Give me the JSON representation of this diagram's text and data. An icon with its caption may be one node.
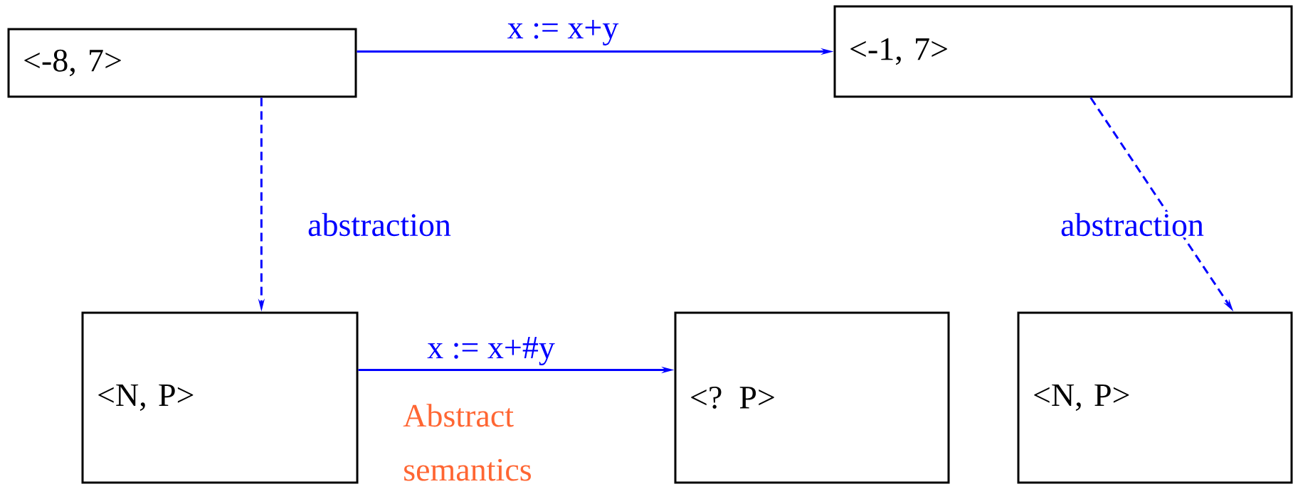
{
  "diagram": {
    "nodes": [
      {
        "text": [
          "<-8, 7>"
        ]
      },
      {
        "text": [
          "<-1, 7>"
        ]
      },
      {
        "text": [
          "<N, P>"
        ]
      },
      {
        "text": [
          "<? P>"
        ]
      },
      {
        "text": [
          "<N, P>"
        ]
      }
    ],
    "edges": [
      {
        "from": 0,
        "to": 1,
        "arrow": "to",
        "label": "x := x+y"
      },
      {
        "from": 0,
        "to": 2,
        "arrow": "to",
        "label": "abstraction",
        "style": "dashed"
      },
      {
        "from": 1,
        "to": 4,
        "arrow": "to",
        "label": "abstraction",
        "style": "dashed"
      },
      {
        "from": 2,
        "to": 3,
        "arrow": "to",
        "label": "x := x+#y"
      }
    ],
    "labels": [
      "Abstract semantics"
    ]
  }
}
